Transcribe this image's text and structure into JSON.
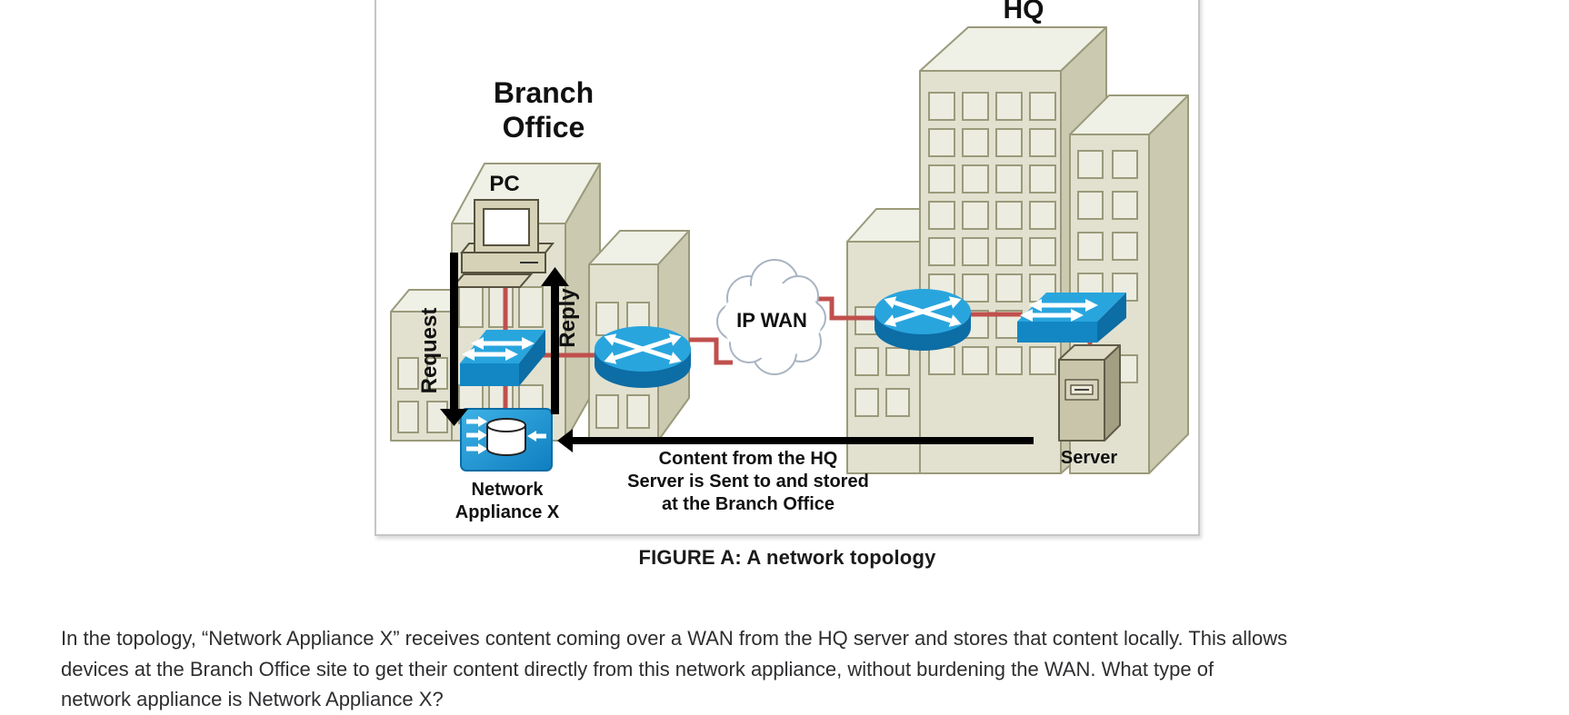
{
  "figure": {
    "caption": "FIGURE A: A network topology",
    "labels": {
      "hq": "HQ",
      "branch_line1": "Branch",
      "branch_line2": "Office",
      "pc": "PC",
      "ip_wan": "IP WAN",
      "server": "Server",
      "appliance_line1": "Network",
      "appliance_line2": "Appliance X",
      "request": "Request",
      "reply": "Reply",
      "content_line1": "Content from the HQ",
      "content_line2": "Server is Sent to and stored",
      "content_line3": "at the Branch Office"
    },
    "colors": {
      "device_blue_top": "#29a5de",
      "device_blue_front": "#1287c4",
      "device_blue_side": "#0d6da5",
      "link_red": "#c0504d",
      "building_front": "#e2e1d0",
      "building_top": "#eff0e6",
      "building_side": "#cbcab1",
      "building_outline": "#9a9a7b",
      "arrow_black": "#000000",
      "figure_border": "#c6c6c6"
    }
  },
  "question": {
    "lines": [
      "In the topology, “Network Appliance X” receives content coming over a WAN from the HQ server and stores that content locally. This allows",
      "devices at the Branch Office site to get their content directly from this network appliance, without burdening the WAN. What type of",
      "network appliance is Network Appliance X?"
    ]
  }
}
